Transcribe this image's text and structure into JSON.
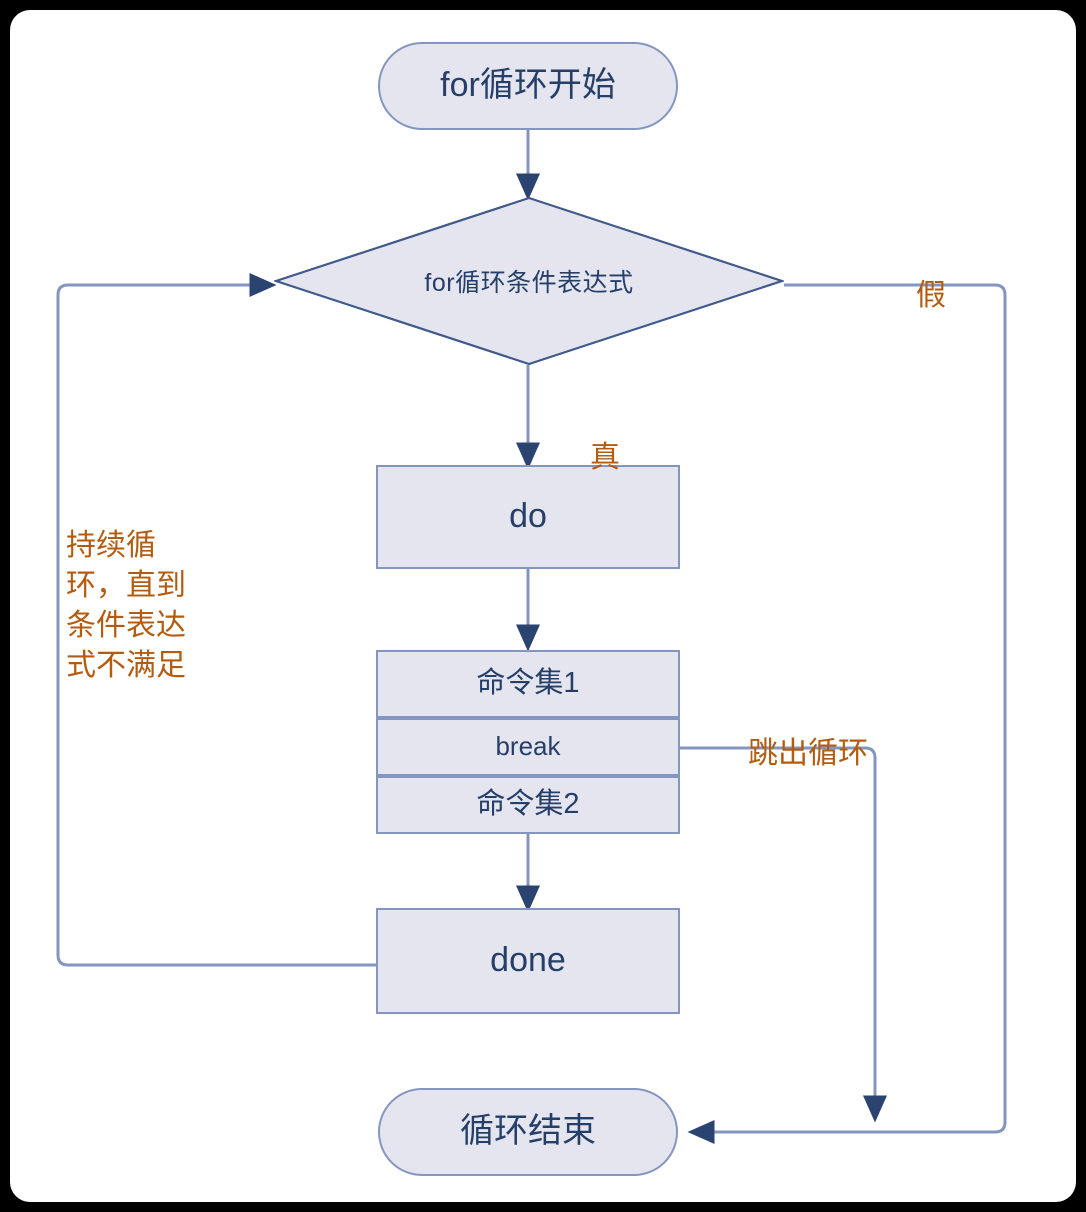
{
  "diagram": {
    "title_text": "",
    "colors": {
      "page_background": "#000000",
      "canvas_background": "#ffffff",
      "node_fill": "#e5e5ef",
      "node_border": "#8496c0",
      "node_text": "#253f69",
      "connector": "#8496c0",
      "arrowhead": "#2a4370",
      "label_text": "#b35c10"
    },
    "nodes": {
      "start": {
        "label": "for循环开始",
        "shape": "terminal"
      },
      "condition": {
        "label": "for循环条件表达式",
        "shape": "diamond"
      },
      "do": {
        "label": "do",
        "shape": "process"
      },
      "cmdset1": {
        "label": "命令集1",
        "shape": "process"
      },
      "break": {
        "label": "break",
        "shape": "process"
      },
      "cmdset2": {
        "label": "命令集2",
        "shape": "process"
      },
      "done": {
        "label": "done",
        "shape": "process"
      },
      "end": {
        "label": "循环结束",
        "shape": "terminal"
      }
    },
    "edge_labels": {
      "false_branch": "假",
      "true_branch": "真",
      "loop_back": "持续循环，直到条件表达式不满足",
      "break_out": "跳出循环"
    }
  }
}
